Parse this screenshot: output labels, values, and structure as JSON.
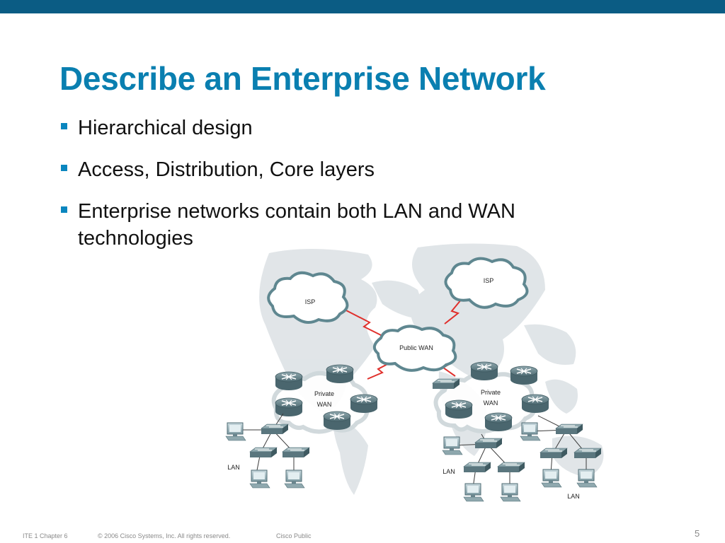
{
  "slide": {
    "title": "Describe an Enterprise Network",
    "bullets": [
      "Hierarchical design",
      "Access, Distribution, Core layers",
      "Enterprise networks contain both LAN and WAN technologies"
    ],
    "accent_color": "#0a7fb0",
    "bar_color": "#0b5c84"
  },
  "diagram": {
    "isp_left": "ISP",
    "isp_right": "ISP",
    "public_wan": "Public WAN",
    "private_wan_left": [
      "Private",
      "WAN"
    ],
    "private_wan_right": [
      "Private",
      "WAN"
    ],
    "lan_labels": [
      "LAN",
      "LAN",
      "LAN"
    ],
    "icons": [
      "cloud-icon",
      "router-icon",
      "switch-icon",
      "computer-icon",
      "serial-link-icon",
      "world-map"
    ]
  },
  "footer": {
    "course": "ITE 1 Chapter 6",
    "copyright": "© 2006 Cisco Systems, Inc. All rights reserved.",
    "classification": "Cisco Public",
    "page_number": "5"
  }
}
